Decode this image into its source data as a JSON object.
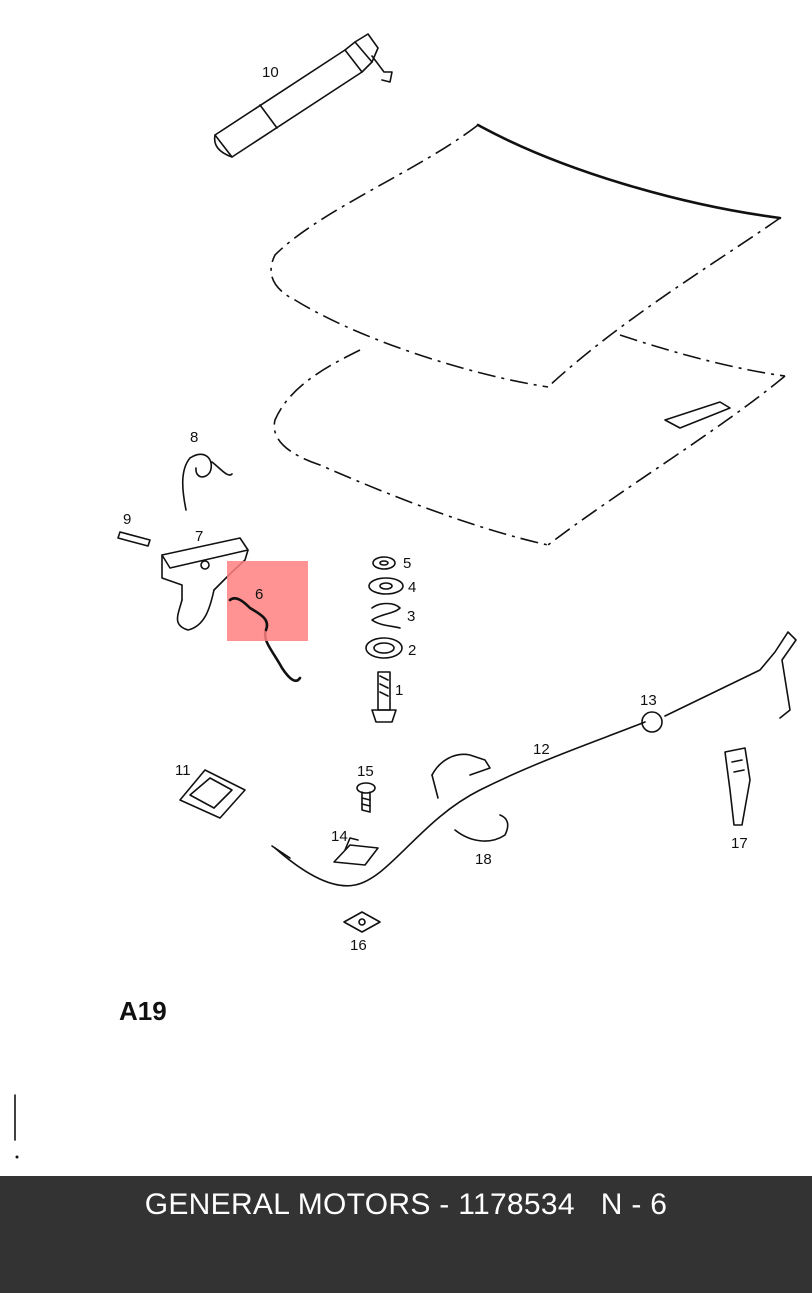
{
  "diagram": {
    "sheet_code": "A19",
    "highlight_color": "#ff7f7f",
    "callouts": [
      "10",
      "8",
      "9",
      "7",
      "6",
      "5",
      "4",
      "3",
      "2",
      "1",
      "11",
      "15",
      "14",
      "16",
      "12",
      "13",
      "18",
      "17"
    ]
  },
  "footer": {
    "text": "GENERAL MOTORS - 1178534   N - 6",
    "background": "#333333"
  }
}
